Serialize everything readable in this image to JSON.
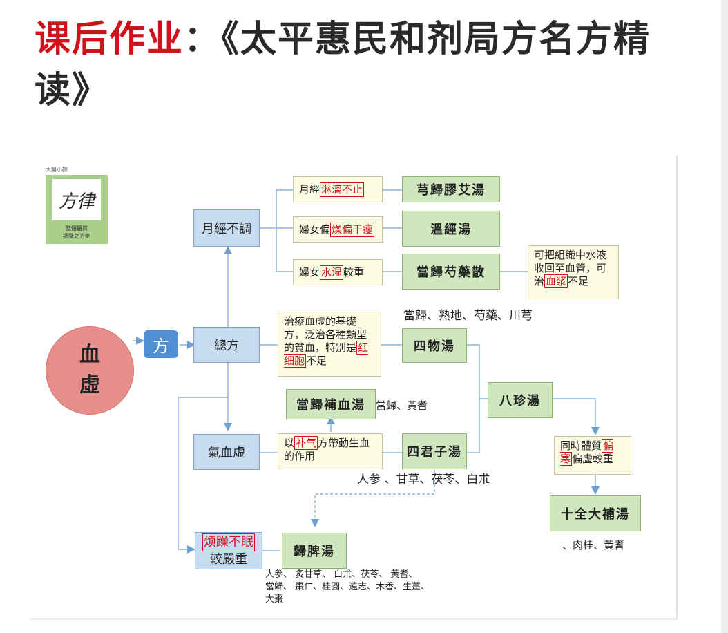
{
  "title": {
    "highlight": "课后作业",
    "rest": "：《太平惠民和剂局方名方精读》"
  },
  "logo": {
    "tag": "大醫小課",
    "glyph": "方律",
    "caption_line1": "整體體質",
    "caption_line2": "調整之方劑"
  },
  "root": {
    "line1": "血",
    "line2": "虛"
  },
  "fang_label": "方",
  "categories": {
    "yuejing": "月經不調",
    "zongfang": "總方",
    "qixue": "氣血虛",
    "fanzao_mark": "烦躁不眠",
    "fanzao_rest": "較嚴重"
  },
  "conditions": {
    "c1_pre": "月經",
    "c1_mark": "淋漓不止",
    "c2_pre": "婦女偏",
    "c2_mark": "燥偏干瘦",
    "c3_pre": "婦女",
    "c3_mark": "水湿",
    "c3_post": "較重",
    "c4_pre": "治療血虛的基礎方，泛治各種類型的貧血，特別是",
    "c4_mark": "红细胞",
    "c4_post": "不足",
    "c5_pre": "以",
    "c5_mark": "补气",
    "c5_post": "方帶動生血的作用",
    "c6_pre": "可把組織中水液收回至血管，可治",
    "c6_mark": "血浆",
    "c6_post": "不足",
    "c7_pre": "同時體質",
    "c7_mark": "偏寒",
    "c7_post": "偏虛較重"
  },
  "formulas": {
    "f1": "芎歸膠艾湯",
    "f2": "溫經湯",
    "f3": "當歸芍藥散",
    "f4": "四物湯",
    "f5": "當歸補血湯",
    "f6": "四君子湯",
    "f7": "八珍湯",
    "f8": "十全大補湯",
    "f9": "歸脾湯"
  },
  "herbs": {
    "siwu": "當歸、熟地、芍藥、川芎",
    "buxue": "當歸、黃耆",
    "sijunzi": "人参 、甘草、茯苓、白朮",
    "shiquan": "、肉桂、黃耆",
    "guipi_line1": "人參、 炙甘草、 白朮、茯苓、 黃耆、",
    "guipi_line2": "當歸、 棗仁、桂圓、遠志、木香、生薑、",
    "guipi_line3": "大棗"
  },
  "colors": {
    "accent_red": "#d0121b",
    "node_blue": "#c7dcf1",
    "node_green": "#cfe6bf",
    "note_cream": "#fdfbe4",
    "root_pink": "#e88e8a",
    "fang_blue": "#4f8fd3"
  }
}
